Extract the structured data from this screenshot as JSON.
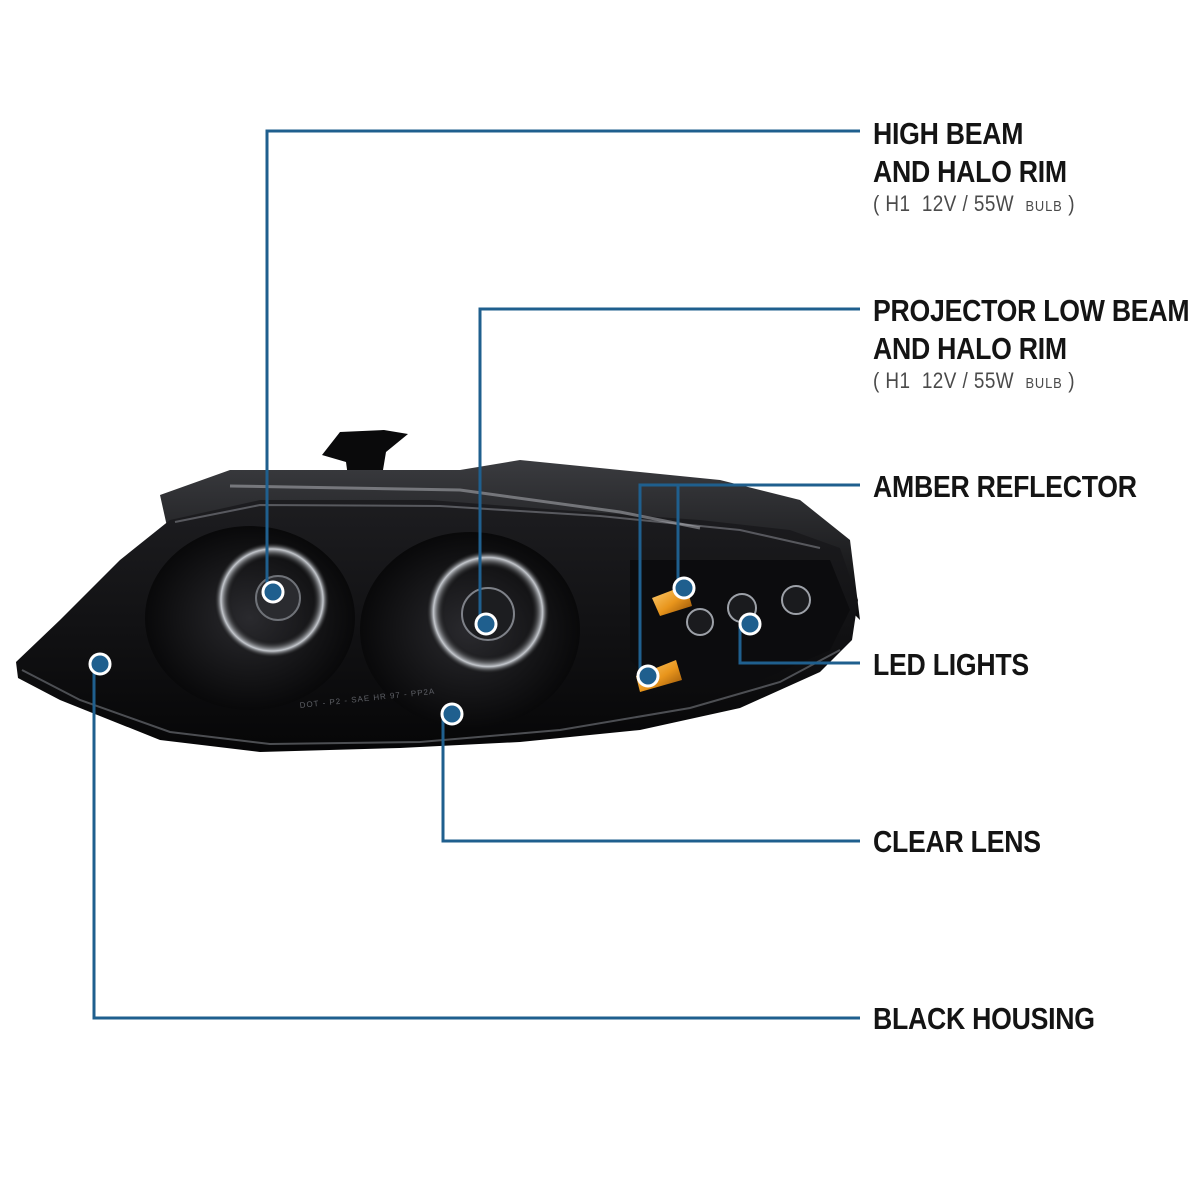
{
  "callouts": [
    {
      "id": "high_beam",
      "lines": [
        "HIGH BEAM",
        "AND HALO RIM"
      ],
      "spec": {
        "type": "H1",
        "rating": "12V / 55W",
        "unit": "BULB"
      }
    },
    {
      "id": "low_beam",
      "lines": [
        "PROJECTOR LOW BEAM",
        "AND HALO RIM"
      ],
      "spec": {
        "type": "H1",
        "rating": "12V / 55W",
        "unit": "BULB"
      }
    },
    {
      "id": "amber",
      "lines": [
        "AMBER REFLECTOR"
      ]
    },
    {
      "id": "led",
      "lines": [
        "LED LIGHTS"
      ]
    },
    {
      "id": "lens",
      "lines": [
        "CLEAR LENS"
      ]
    },
    {
      "id": "housing",
      "lines": [
        "BLACK HOUSING"
      ]
    }
  ],
  "lens_marking": "DOT - P2 - SAE HR 97 - PP2A",
  "colors": {
    "accent": "#1f5f8e",
    "housing": "#0e0e10",
    "amber": "#e8951c"
  }
}
